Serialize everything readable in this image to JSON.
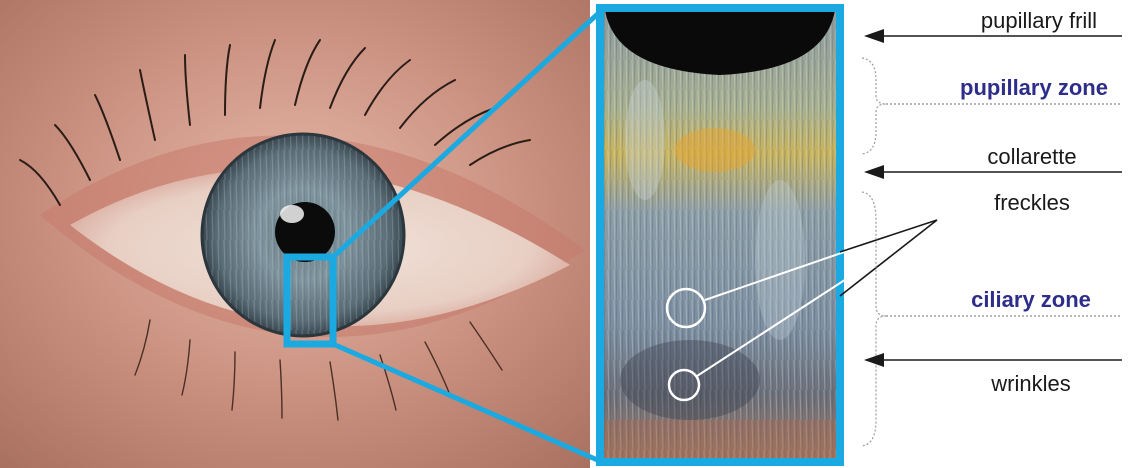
{
  "labels": {
    "pupillary_frill": "pupillary frill",
    "pupillary_zone": "pupillary zone",
    "collarette": "collarette",
    "freckles": "freckles",
    "ciliary_zone": "ciliary zone",
    "wrinkles": "wrinkles"
  },
  "colors": {
    "highlight_frame": "#1aa9e1",
    "zone_label": "#2e2e8a",
    "label_text": "#1a1a1a",
    "arrow": "#1a1a1a"
  }
}
